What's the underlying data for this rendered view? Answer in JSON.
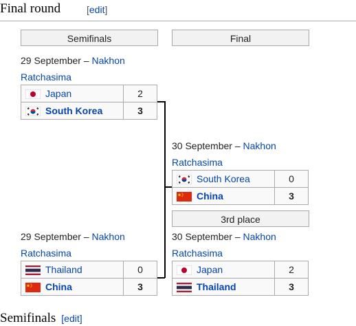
{
  "section": {
    "title": "Final round",
    "edit_open": "[",
    "edit_label": "edit",
    "edit_close": "]"
  },
  "rounds": {
    "semifinals": "Semifinals",
    "final": "Final",
    "third_place": "3rd place"
  },
  "matches": {
    "sf1": {
      "date": "29 September",
      "sep": " – ",
      "venue": "Nakhon Ratchasima",
      "teams": [
        {
          "name": "Japan",
          "score": "2",
          "flag": "japan-flag-icon"
        },
        {
          "name": "South Korea",
          "score": "3",
          "flag": "south-korea-flag-icon"
        }
      ]
    },
    "sf2": {
      "date": "29 September",
      "sep": " – ",
      "venue": "Nakhon Ratchasima",
      "teams": [
        {
          "name": "Thailand",
          "score": "0",
          "flag": "thailand-flag-icon"
        },
        {
          "name": "China",
          "score": "3",
          "flag": "china-flag-icon"
        }
      ]
    },
    "final": {
      "date": "30 September",
      "sep": " – ",
      "venue": "Nakhon Ratchasima",
      "teams": [
        {
          "name": "South Korea",
          "score": "0",
          "flag": "south-korea-flag-icon"
        },
        {
          "name": "China",
          "score": "3",
          "flag": "china-flag-icon"
        }
      ]
    },
    "third": {
      "date": "30 September",
      "sep": " – ",
      "venue": "Nakhon Ratchasima",
      "teams": [
        {
          "name": "Japan",
          "score": "2",
          "flag": "japan-flag-icon"
        },
        {
          "name": "Thailand",
          "score": "3",
          "flag": "thailand-flag-icon"
        }
      ]
    }
  },
  "next_section": {
    "title": "Semifinals",
    "edit": "[edit]"
  }
}
